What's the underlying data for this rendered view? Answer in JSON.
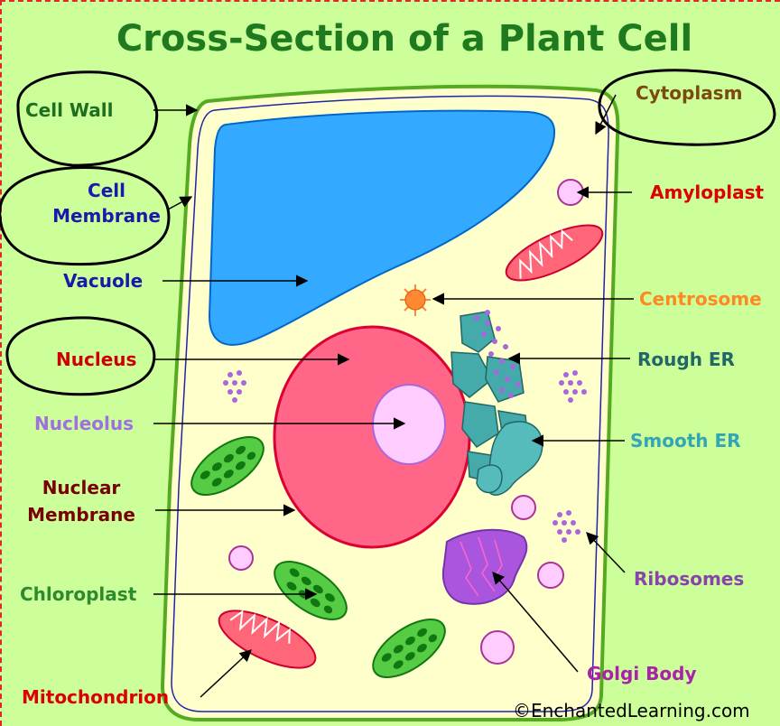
{
  "title": "Cross-Section of a Plant Cell",
  "credit": "©EnchantedLearning.com",
  "labels": {
    "cell_wall": "Cell Wall",
    "cell_membrane_1": "Cell",
    "cell_membrane_2": "Membrane",
    "vacuole": "Vacuole",
    "nucleus": "Nucleus",
    "nucleolus": "Nucleolus",
    "nuclear_membrane_1": "Nuclear",
    "nuclear_membrane_2": "Membrane",
    "chloroplast": "Chloroplast",
    "mitochondrion": "Mitochondrion",
    "cytoplasm": "Cytoplasm",
    "amyloplast": "Amyloplast",
    "centrosome": "Centrosome",
    "rough_er": "Rough ER",
    "smooth_er": "Smooth ER",
    "ribosomes": "Ribosomes",
    "golgi_body": "Golgi Body"
  },
  "colors": {
    "background": "#ccff99",
    "title": "#1f7a1f",
    "cytoplasm_fill": "#ffffcc",
    "cell_wall": "#55aa22",
    "cell_membrane": "#2222aa",
    "vacuole": "#33aaff",
    "nucleus": "#ff6688",
    "nucleolus": "#ffccff",
    "chloroplast": "#55cc44",
    "mitochondrion": "#ff6677",
    "er": "#44aaaa",
    "golgi": "#aa55dd",
    "ribosome": "#aa66dd",
    "centrosome": "#ff8833"
  }
}
